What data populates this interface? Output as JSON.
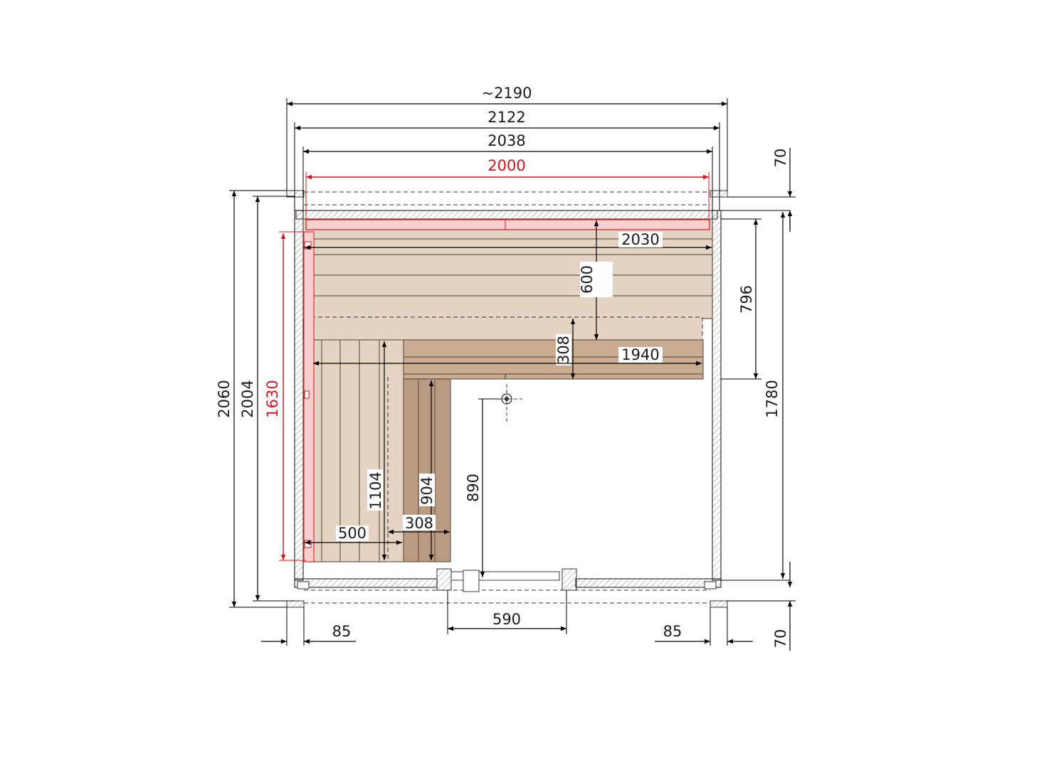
{
  "drawing": {
    "dimensions": {
      "outer_width": "~2190",
      "width_2122": "2122",
      "width_2038": "2038",
      "inner_width": "2000",
      "top_bench_length": "2030",
      "top_bench_depth": "600",
      "lower_bench_length": "1940",
      "lower_bench_depth": "308",
      "side_bench_length": "1104",
      "side_bench_width": "500",
      "side_step_length": "904",
      "side_step_width": "308",
      "left_total_2060": "2060",
      "left_2004": "2004",
      "left_inner_1630": "1630",
      "right_796": "796",
      "right_1780": "1780",
      "right_top_70": "70",
      "right_bottom_70": "70",
      "door_width": "590",
      "door_to_heater": "890",
      "left_offset_85": "85",
      "right_offset_85": "85"
    },
    "colors": {
      "wood_light": "#e4d3c3",
      "wood_medium": "#c9ab92",
      "wood_dark": "#b99a82",
      "highlight_red": "#d9141b",
      "dimension_line": "#000000"
    }
  }
}
